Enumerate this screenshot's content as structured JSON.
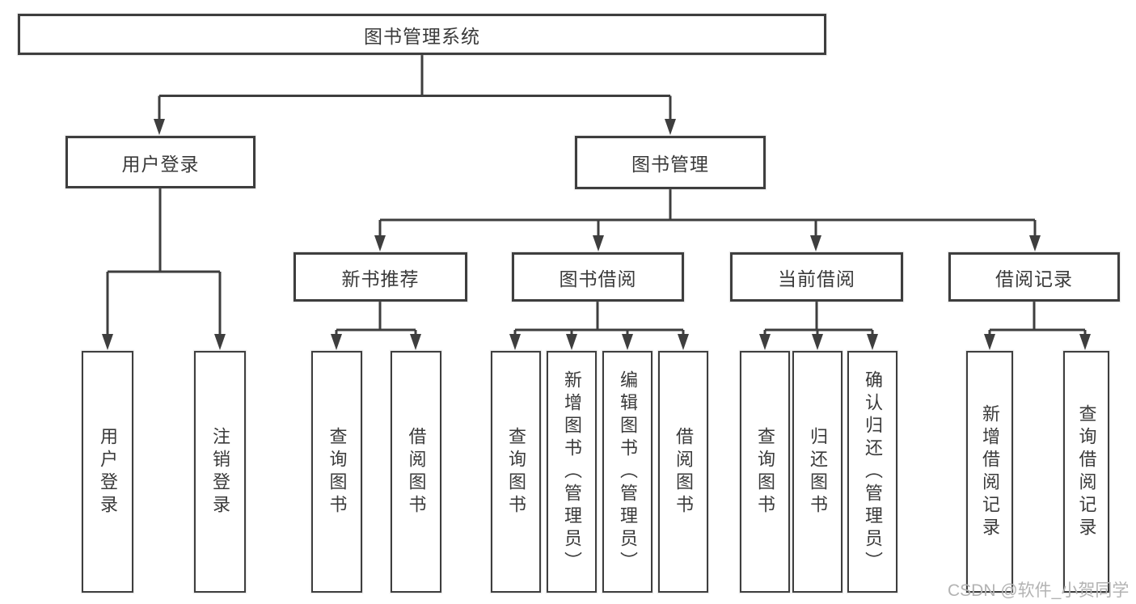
{
  "colors": {
    "line": "#3e3e3e",
    "text": "#3a3a3a",
    "watermark": "#b3b3b3",
    "bg": "#ffffff"
  },
  "diagram": {
    "title": "图书管理系统",
    "level2": [
      {
        "label": "用户登录"
      },
      {
        "label": "图书管理"
      }
    ],
    "level3": [
      {
        "label": "新书推荐",
        "parent": "图书管理"
      },
      {
        "label": "图书借阅",
        "parent": "图书管理"
      },
      {
        "label": "当前借阅",
        "parent": "图书管理"
      },
      {
        "label": "借阅记录",
        "parent": "图书管理"
      }
    ],
    "leaves": [
      {
        "label": "用户登录",
        "parent": "用户登录"
      },
      {
        "label": "注销登录",
        "parent": "用户登录"
      },
      {
        "label": "查询图书",
        "parent": "新书推荐"
      },
      {
        "label": "借阅图书",
        "parent": "新书推荐"
      },
      {
        "label": "查询图书",
        "parent": "图书借阅"
      },
      {
        "label": "新增图书（管理员）",
        "parent": "图书借阅"
      },
      {
        "label": "编辑图书（管理员）",
        "parent": "图书借阅"
      },
      {
        "label": "借阅图书",
        "parent": "图书借阅"
      },
      {
        "label": "查询图书",
        "parent": "当前借阅"
      },
      {
        "label": "归还图书",
        "parent": "当前借阅"
      },
      {
        "label": "确认归还（管理员）",
        "parent": "当前借阅"
      },
      {
        "label": "新增借阅记录",
        "parent": "借阅记录"
      },
      {
        "label": "查询借阅记录",
        "parent": "借阅记录"
      }
    ],
    "watermark": "CSDN @软件_小贺同学"
  }
}
